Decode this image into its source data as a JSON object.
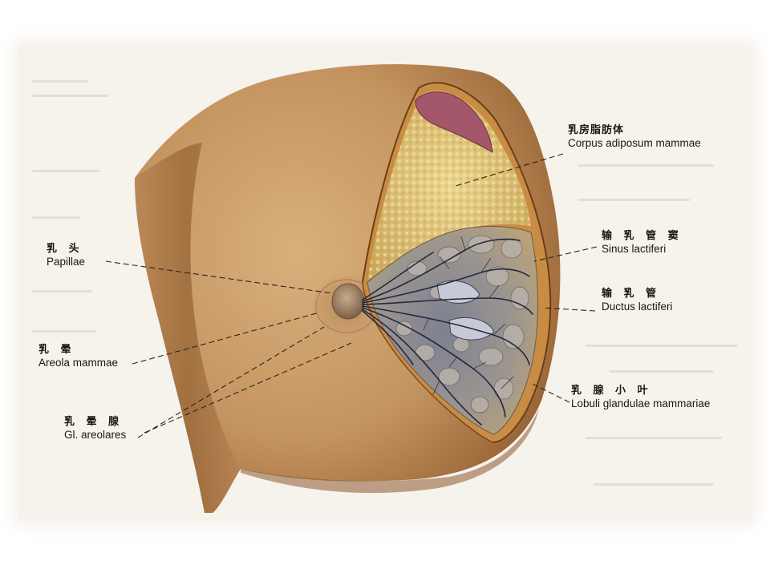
{
  "figure": {
    "labels": {
      "papillae": {
        "zh": "乳 头",
        "la": "Papillae"
      },
      "areola": {
        "zh": "乳 晕",
        "la": "Areola mammae"
      },
      "gl_areolar": {
        "zh": "乳 晕 腺",
        "la": "Gl. areolares"
      },
      "corpus": {
        "zh": "乳房脂肪体",
        "la": "Corpus adiposum mammae"
      },
      "sinus": {
        "zh": "输 乳 管 窦",
        "la": "Sinus lactiferi"
      },
      "ductus": {
        "zh": "输 乳 管",
        "la": "Ductus lactiferi"
      },
      "lobuli": {
        "zh": "乳 腺 小 叶",
        "la": "Lobuli glandulae mammariae"
      }
    },
    "colors": {
      "skin": "#c79a64",
      "skin_shadow": "#9a6a3c",
      "fat": "#e2c776",
      "gland": "#8a8a8c",
      "muscle": "#a4566a",
      "duct": "#2a2e45",
      "leader": "#2a2420"
    }
  }
}
